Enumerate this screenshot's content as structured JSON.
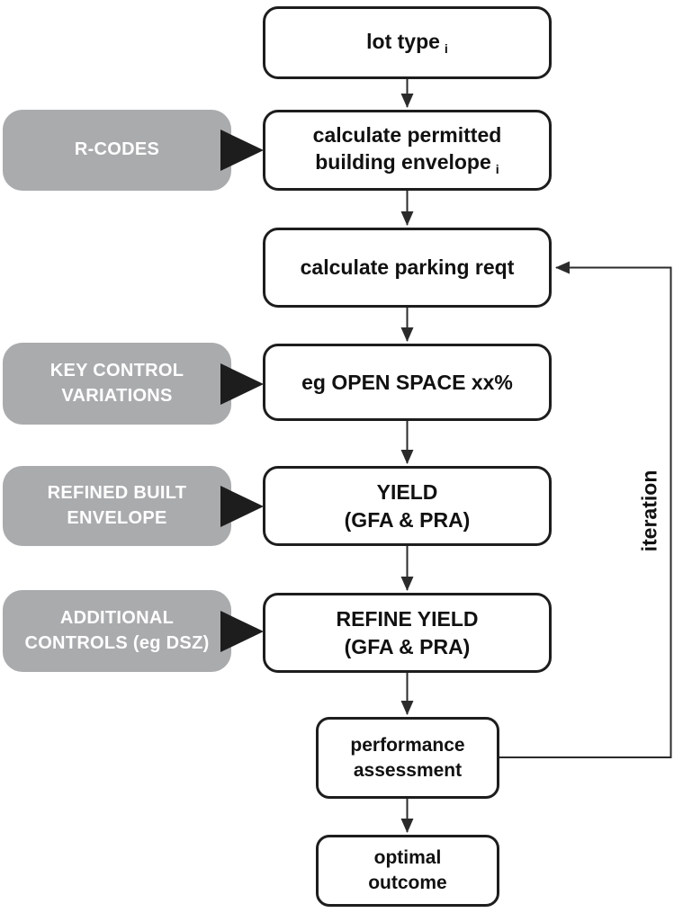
{
  "colors": {
    "background": "#ffffff",
    "node_fill": "#ffffff",
    "node_border": "#1d1d1d",
    "node_text": "#111111",
    "side_box_fill": "#a9abad",
    "side_box_text": "#ffffff",
    "pointer_triangle": "#1d1d1d",
    "connector": "#2b2b2b"
  },
  "nodes": {
    "lot_type": {
      "text": "lot type",
      "subscript": "i"
    },
    "calc_envelope": {
      "line1": "calculate permitted",
      "line2": "building envelope",
      "subscript": "i"
    },
    "calc_parking": {
      "label": "calculate parking reqt"
    },
    "open_space": {
      "label": "eg OPEN SPACE xx%"
    },
    "yield_box": {
      "label": "YIELD\n(GFA & PRA)"
    },
    "refine_yield": {
      "label": "REFINE YIELD\n(GFA & PRA)"
    },
    "performance": {
      "label": "performance\nassessment"
    },
    "optimal": {
      "label": "optimal\noutcome"
    }
  },
  "side_labels": {
    "r_codes": {
      "label": "R-CODES"
    },
    "key_control_variations": {
      "label": "KEY CONTROL\nVARIATIONS"
    },
    "refined_built_envelope": {
      "label": "REFINED BUILT\nENVELOPE"
    },
    "additional_controls": {
      "label": "ADDITIONAL\nCONTROLS (eg DSZ)"
    }
  },
  "loop": {
    "label": "iteration"
  }
}
